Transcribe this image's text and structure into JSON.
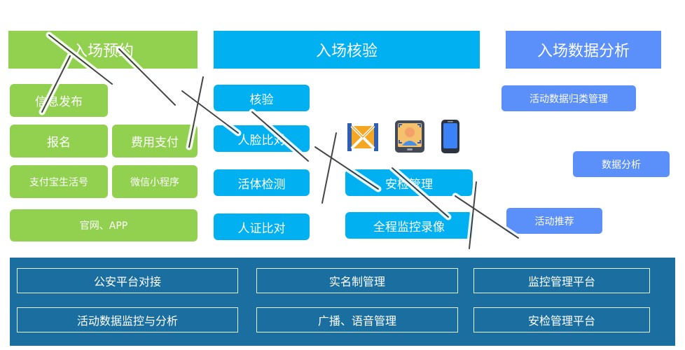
{
  "headers": {
    "booking": "入场预约",
    "verify": "入场核验",
    "analysis": "入场数据分析"
  },
  "booking": {
    "info_publish": "信息发布",
    "signup": "报名",
    "fee_payment": "费用支付",
    "alipay_life": "支付宝生活号",
    "wechat_mini": "微信小程序",
    "website_app": "官网、APP"
  },
  "verify": {
    "check": "核验",
    "face_compare": "人脸比对",
    "liveness": "活体检测",
    "id_compare": "人证比对",
    "security_mgmt": "安检管理",
    "cctv_record": "全程监控录像"
  },
  "analysis": {
    "categorize": "活动数据归类管理",
    "data_analysis": "数据分析",
    "recommend": "活动推荐"
  },
  "platform": {
    "police": "公安平台对接",
    "realname": "实名制管理",
    "monitor_platform": "监控管理平台",
    "activity_monitor": "活动数据监控与分析",
    "broadcast": "广播、语音管理",
    "security_platform": "安检管理平台"
  },
  "colors": {
    "green": "#92d050",
    "cyan": "#00b0f0",
    "blue": "#5b8ff9",
    "panel": "#1b6fa0"
  },
  "icons": [
    "turnstile-icon",
    "face-tablet-icon",
    "smartphone-icon"
  ]
}
